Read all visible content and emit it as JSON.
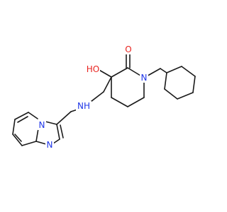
{
  "structure": {
    "atoms": [
      {
        "id": "O",
        "text": "O",
        "color": "#e8231f"
      },
      {
        "id": "N1",
        "text": "N",
        "color": "#1f36e8"
      },
      {
        "id": "OH",
        "text": "HO",
        "color": "#e8231f"
      },
      {
        "id": "NH",
        "text": "NH",
        "color": "#1f36e8"
      },
      {
        "id": "N3",
        "text": "N",
        "color": "#1f36e8"
      },
      {
        "id": "N4",
        "text": "N",
        "color": "#1f36e8"
      }
    ]
  }
}
